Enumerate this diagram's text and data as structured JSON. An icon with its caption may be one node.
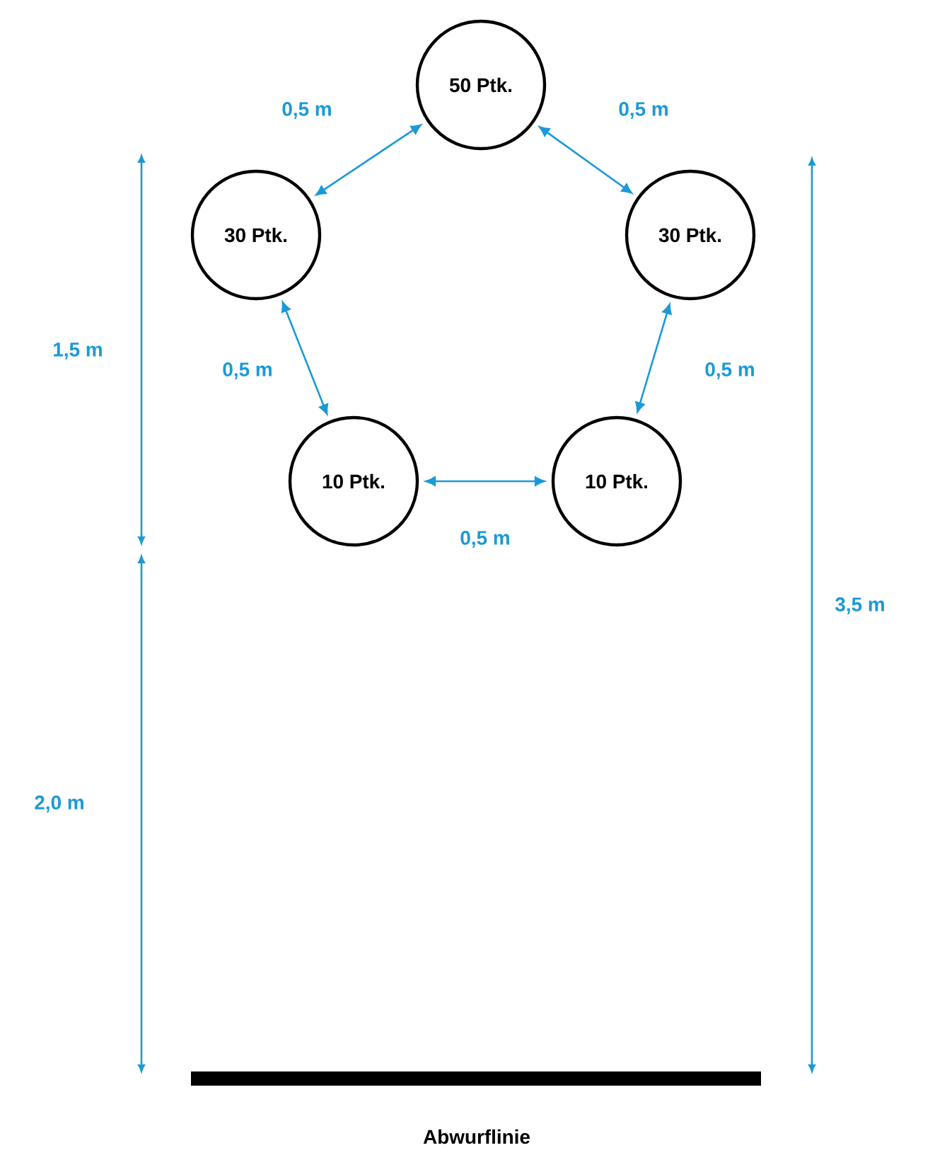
{
  "diagram": {
    "nodes": [
      {
        "text": [
          "50 Ptk."
        ]
      },
      {
        "text": [
          "30 Ptk."
        ]
      },
      {
        "text": [
          "30 Ptk."
        ]
      },
      {
        "text": [
          "10 Ptk."
        ]
      },
      {
        "text": [
          "10 Ptk."
        ]
      }
    ],
    "edges": [
      {
        "from": 0,
        "to": 1,
        "arrow": "both",
        "label": "0,5 m"
      },
      {
        "from": 0,
        "to": 2,
        "arrow": "both",
        "label": "0,5 m"
      },
      {
        "from": 1,
        "to": 3,
        "arrow": "both",
        "label": "0,5 m"
      },
      {
        "from": 2,
        "to": 4,
        "arrow": "both",
        "label": "0,5 m"
      },
      {
        "from": 3,
        "to": 4,
        "arrow": "both",
        "label": "0,5 m"
      }
    ],
    "labels": [
      "1,5 m",
      "3,5 m",
      "2,0 m",
      "Abwurflinie"
    ]
  }
}
